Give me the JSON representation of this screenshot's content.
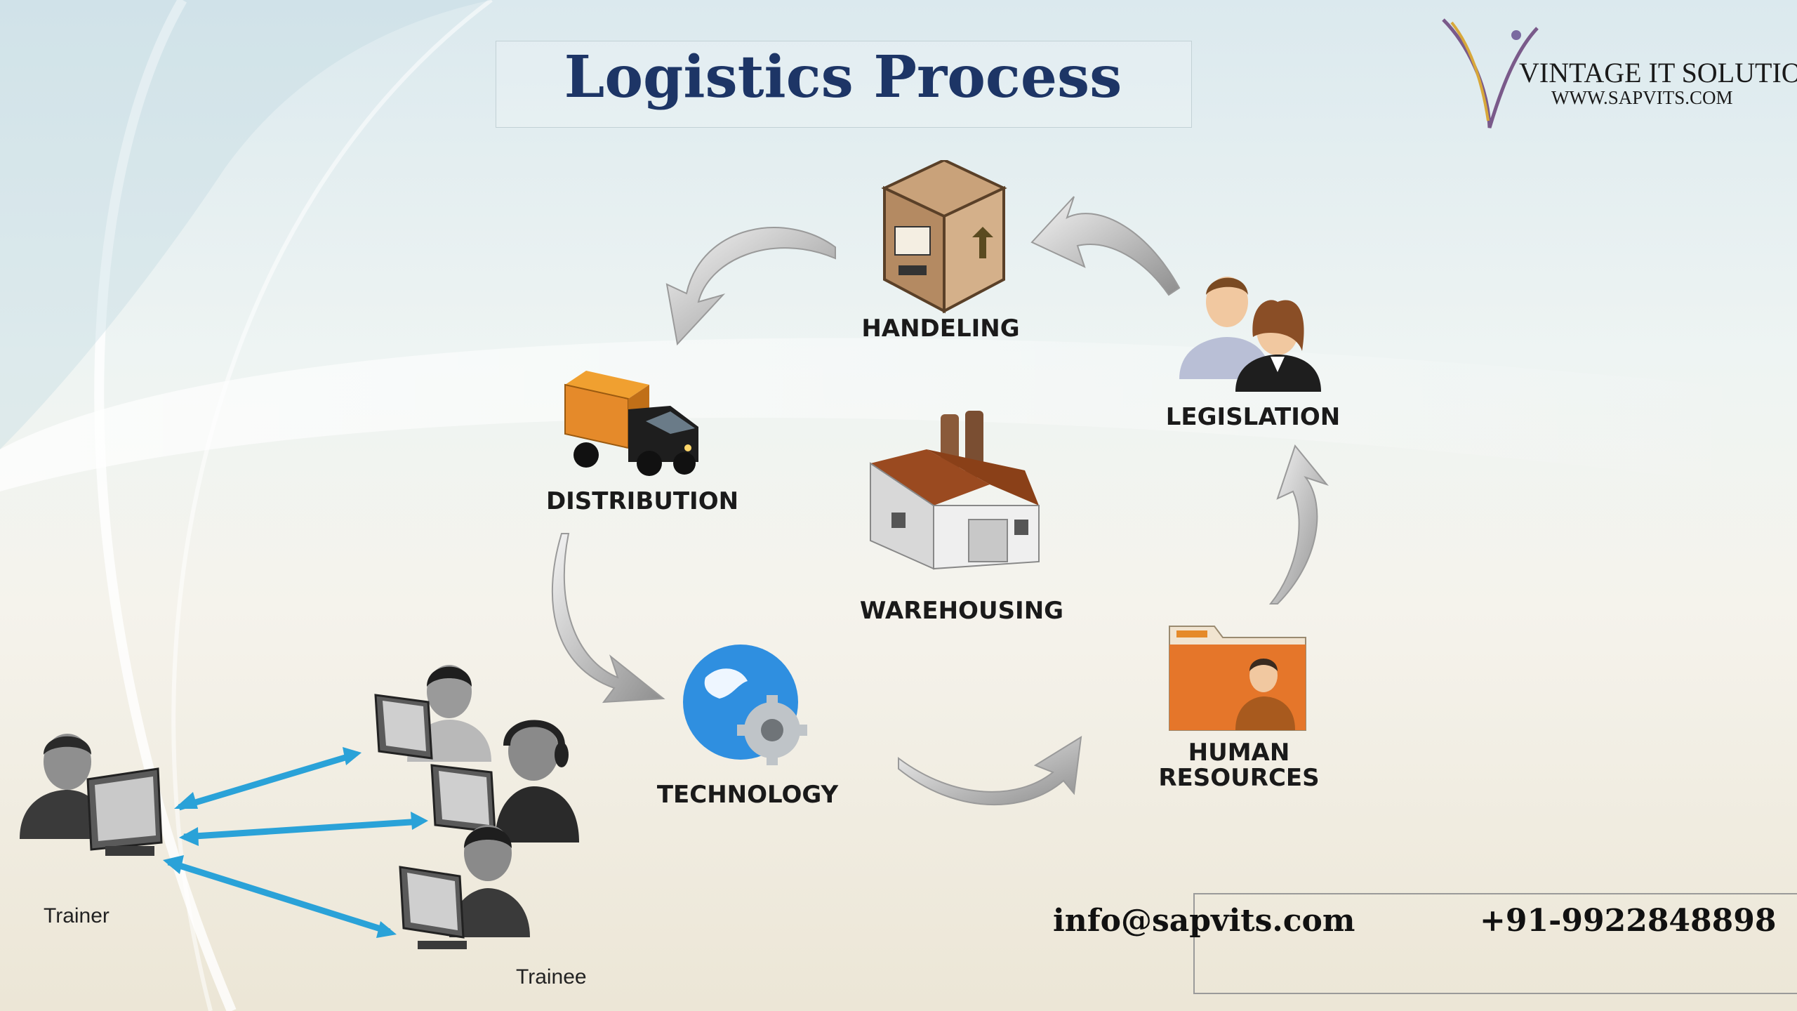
{
  "slide": {
    "title": "Logistics Process",
    "logo": {
      "name": "VINTAGE IT SOLUTIONS",
      "url": "WWW.SAPVITS.COM"
    },
    "nodes": {
      "handling": "HANDELING",
      "distribution": "DISTRIBUTION",
      "warehousing": "WAREHOUSING",
      "legislation": "LEGISLATION",
      "technology": "TECHNOLOGY",
      "human_resources_line1": "HUMAN",
      "human_resources_line2": "RESOURCES"
    },
    "training": {
      "trainer": "Trainer",
      "trainee": "Trainee"
    },
    "contact": {
      "email": "info@sapvits.com",
      "phone": "+91-9922848898"
    }
  },
  "colors": {
    "title": "#1d3566",
    "arrow_blue": "#2aa2d8",
    "box_orange": "#e58a2a"
  },
  "icons": [
    "box-icon",
    "truck-icon",
    "factory-icon",
    "people-icon",
    "globe-gear-icon",
    "folder-person-icon",
    "computer-user-icon"
  ]
}
